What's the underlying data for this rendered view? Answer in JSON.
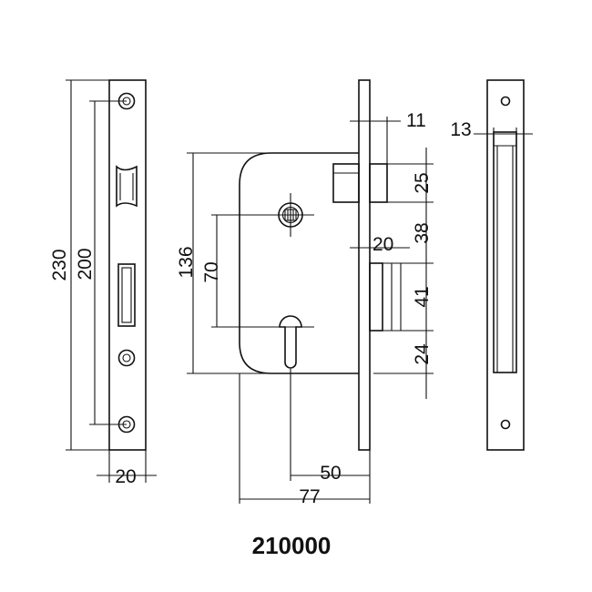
{
  "dimensions": {
    "faceplate_length": "230",
    "screw_spacing": "200",
    "faceplate_width": "20",
    "body_height": "136",
    "handle_to_cylinder": "70",
    "latch_offset": "11",
    "latch_height": "25",
    "deadbolt_offset": "20",
    "latch_to_bolt": "38",
    "bolt_height": "41",
    "bolt_to_bottom": "24",
    "backset": "50",
    "body_depth": "77",
    "strike_width": "13"
  },
  "product_code": "210000"
}
